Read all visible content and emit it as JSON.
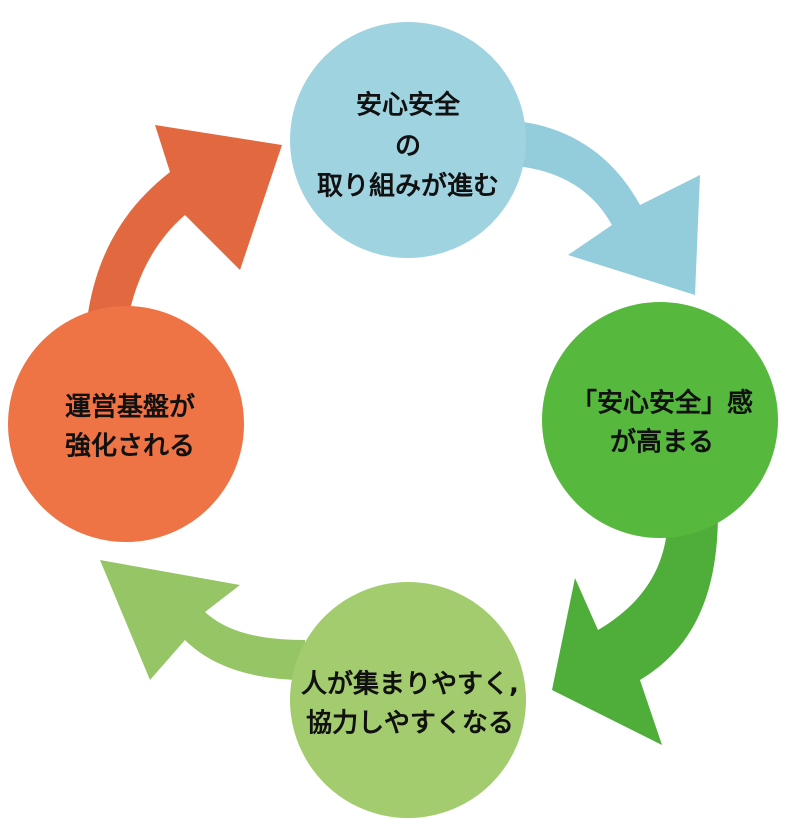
{
  "colors": {
    "step1": "#9fd3e0",
    "step2": "#56b93e",
    "step3": "#a3cc6e",
    "step4": "#ee7446",
    "arrow1": "#93cddc",
    "arrow2": "#4fae3a",
    "arrow3": "#96c566",
    "arrow4": "#e2693f",
    "text": "#111111"
  },
  "cycle": {
    "steps": [
      {
        "lines": [
          "安心安全",
          "の",
          "取り組みが進む"
        ]
      },
      {
        "lines": [
          "「安心安全」感",
          "が高まる"
        ]
      },
      {
        "lines": [
          "人が集まりやすく,",
          "協力しやすくなる"
        ]
      },
      {
        "lines": [
          "運営基盤が",
          "強化される"
        ]
      }
    ]
  }
}
